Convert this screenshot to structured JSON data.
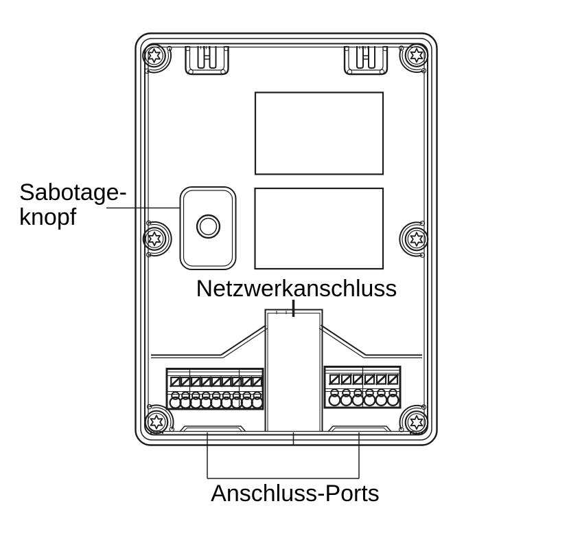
{
  "labels": {
    "tamper": {
      "line1": "Sabotage-",
      "line2": "knopf"
    },
    "network": "Netzwerkanschluss",
    "ports": "Anschluss-Ports"
  },
  "colors": {
    "background": "#ffffff",
    "line": "#1d1d1d",
    "text": "#000000"
  },
  "components": {
    "left_terminal_count": 9,
    "right_terminal_count": 6,
    "screw_count": 6,
    "clip_count": 2,
    "sticker_count": 2
  }
}
